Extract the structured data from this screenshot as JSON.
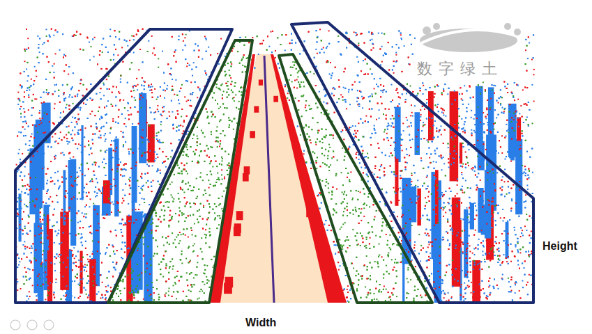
{
  "diagram": {
    "labels": [
      "Height",
      "Width",
      "数字绿土"
    ]
  }
}
